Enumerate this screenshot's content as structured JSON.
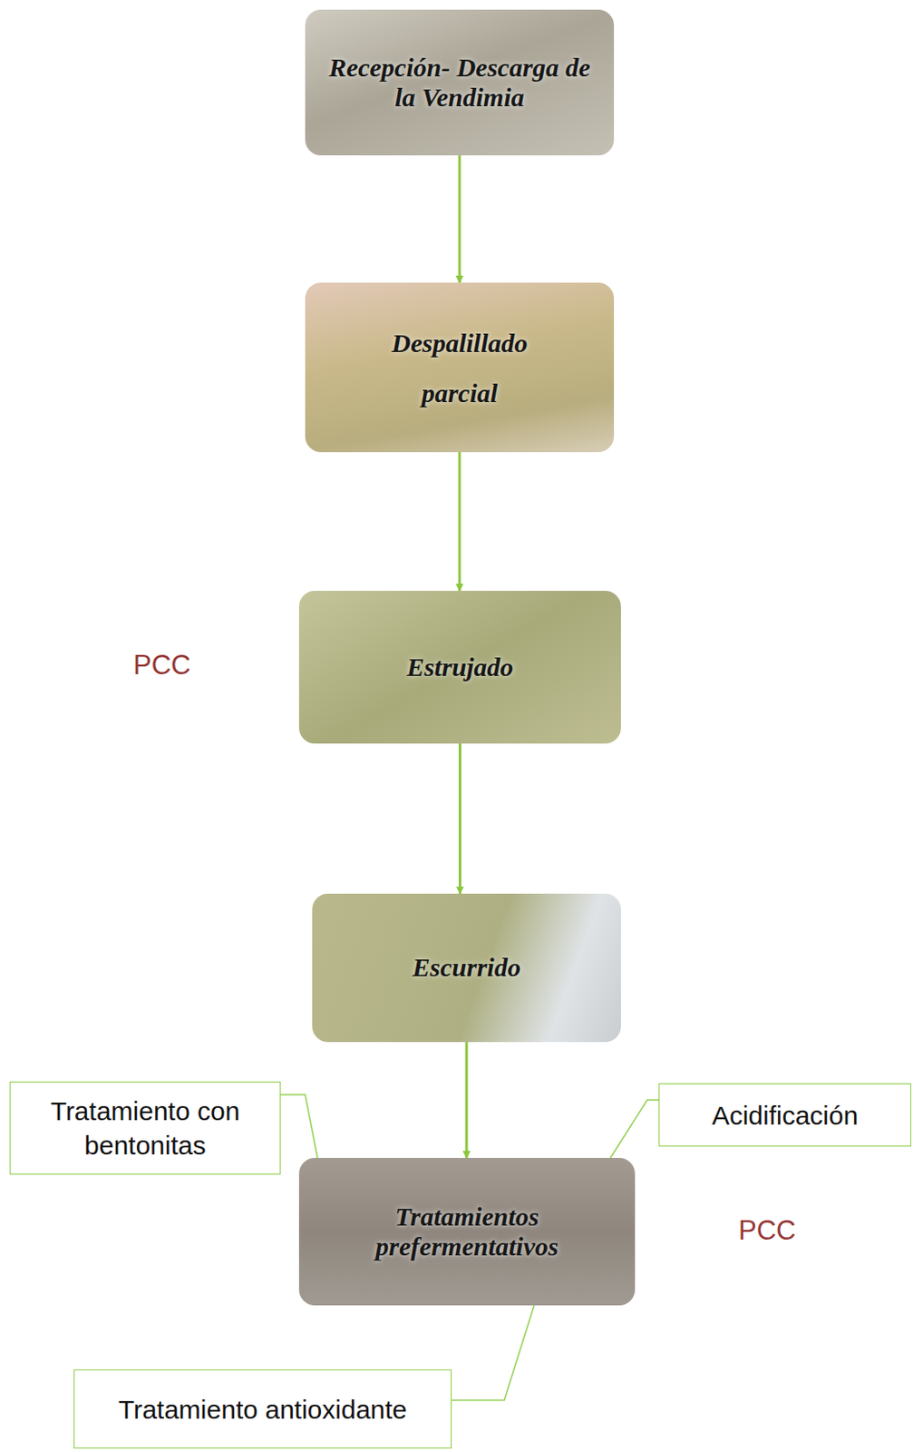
{
  "diagram": {
    "nodes": [
      {
        "text": [
          "Recepción- Descarga de la Vendimia"
        ]
      },
      {
        "text": [
          "Despalillado parcial"
        ]
      },
      {
        "text": [
          "Estrujado"
        ]
      },
      {
        "text": [
          "Escurrido"
        ]
      },
      {
        "text": [
          "Tratamientos prefermentativos"
        ]
      },
      {
        "text": [
          "Tratamiento con bentonitas"
        ]
      },
      {
        "text": [
          "Acidificación"
        ]
      },
      {
        "text": [
          "Tratamiento antioxidante"
        ]
      }
    ],
    "edges": [
      {
        "from": 0,
        "to": 1,
        "arrow": "to"
      },
      {
        "from": 1,
        "to": 2,
        "arrow": "to"
      },
      {
        "from": 2,
        "to": 3,
        "arrow": "to"
      },
      {
        "from": 3,
        "to": 4,
        "arrow": "to"
      },
      {
        "from": 5,
        "to": 4,
        "arrow": "none"
      },
      {
        "from": 6,
        "to": 4,
        "arrow": "none"
      },
      {
        "from": 7,
        "to": 4,
        "arrow": "none"
      }
    ],
    "labels": [
      "PCC",
      "PCC"
    ]
  }
}
